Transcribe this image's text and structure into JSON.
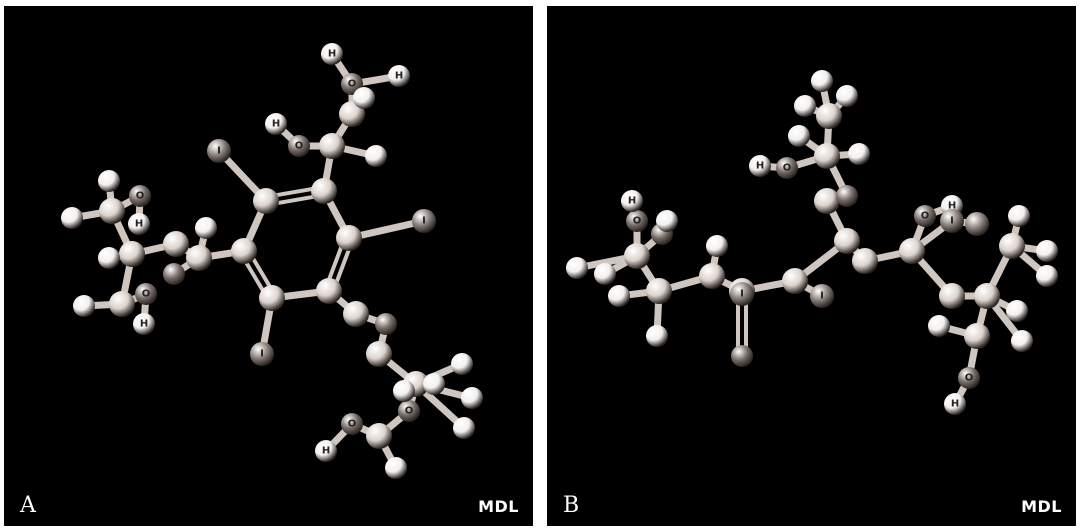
{
  "panels": [
    {
      "letter": "A",
      "watermark": "MDL"
    },
    {
      "letter": "B",
      "watermark": "MDL"
    }
  ],
  "atom_labels": {
    "hydrogen": "H",
    "oxygen": "O",
    "iodine": "I"
  },
  "colors": {
    "background": "#000000",
    "carbon": "#dcd2cc",
    "hydrogen": "#f2f0ee",
    "oxygen": "#7a6f6a",
    "iodine": "#8a807b",
    "bond": "#cfc6c0"
  }
}
